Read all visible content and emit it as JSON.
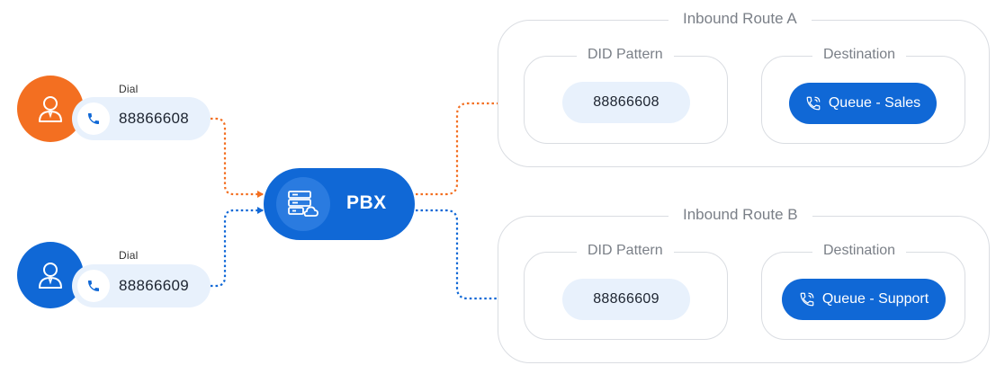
{
  "colors": {
    "orange": "#F36F21",
    "blue": "#1068D6",
    "light_fill": "#E8F1FC",
    "border": "#DADDE2"
  },
  "callers": [
    {
      "dial_label": "Dial",
      "number": "88866608",
      "avatar_color": "#F36F21",
      "avatar_icon": "user-icon",
      "phone_icon": "phone-icon"
    },
    {
      "dial_label": "Dial",
      "number": "88866609",
      "avatar_color": "#1068D6",
      "avatar_icon": "user-icon",
      "phone_icon": "phone-icon"
    }
  ],
  "pbx": {
    "label": "PBX",
    "icon": "server-cloud-icon"
  },
  "routes": [
    {
      "title": "Inbound Route A",
      "did_title": "DID Pattern",
      "did_value": "88866608",
      "dest_title": "Destination",
      "dest_value": "Queue - Sales",
      "dest_icon": "phone-forward-icon",
      "line_color": "#F36F21"
    },
    {
      "title": "Inbound Route B",
      "did_title": "DID Pattern",
      "did_value": "88866609",
      "dest_title": "Destination",
      "dest_value": "Queue - Support",
      "dest_icon": "phone-forward-icon",
      "line_color": "#1068D6"
    }
  ]
}
